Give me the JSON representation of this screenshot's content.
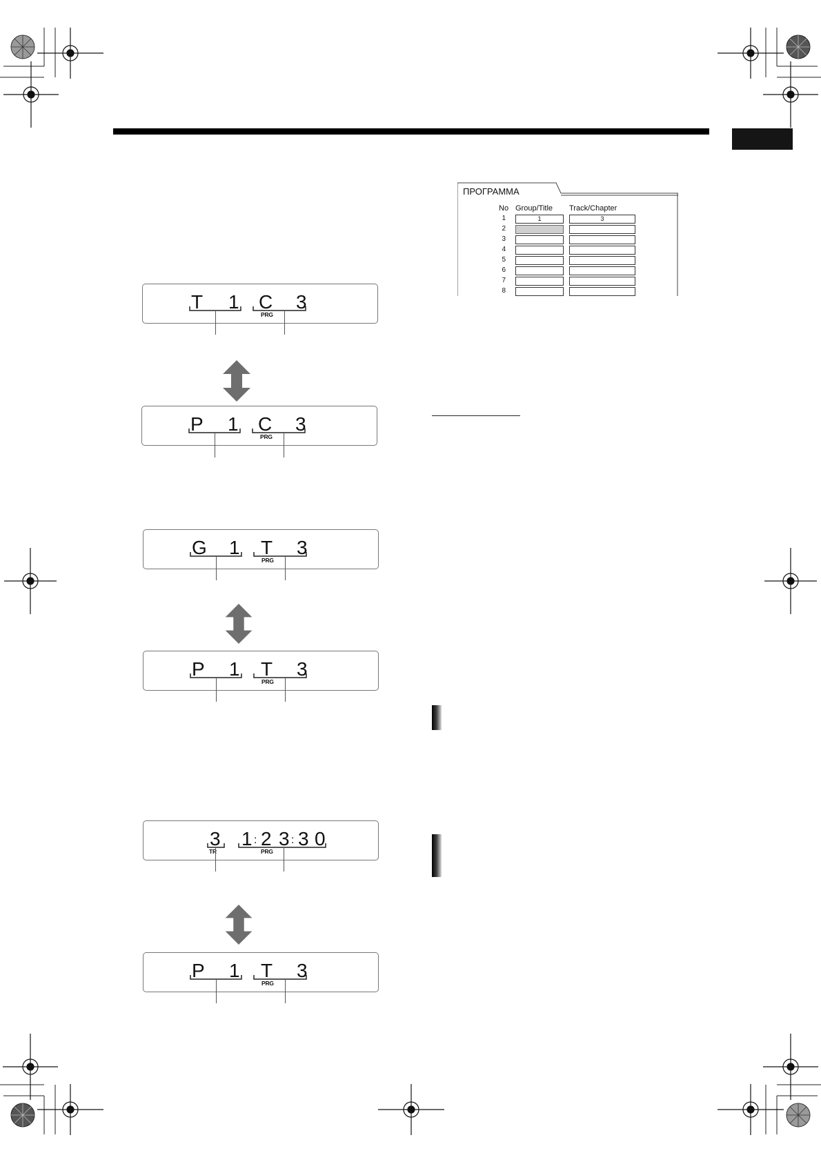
{
  "program_screen": {
    "title": "ПРОГРАММА",
    "headers": {
      "no": "No",
      "group_title": "Group/Title",
      "track_chapter": "Track/Chapter"
    },
    "rows": [
      {
        "no": "1",
        "group_title": "1",
        "track_chapter": "3"
      },
      {
        "no": "2",
        "group_title": "",
        "track_chapter": ""
      },
      {
        "no": "3",
        "group_title": "",
        "track_chapter": ""
      },
      {
        "no": "4",
        "group_title": "",
        "track_chapter": ""
      },
      {
        "no": "5",
        "group_title": "",
        "track_chapter": ""
      },
      {
        "no": "6",
        "group_title": "",
        "track_chapter": ""
      },
      {
        "no": "7",
        "group_title": "",
        "track_chapter": ""
      },
      {
        "no": "8",
        "group_title": "",
        "track_chapter": ""
      }
    ],
    "selected_row": 2
  },
  "displays": {
    "d1": {
      "a": "T",
      "b": "1",
      "c": "C",
      "d": "3",
      "tag": "PRG"
    },
    "d2": {
      "a": "P",
      "b": "1",
      "c": "C",
      "d": "3",
      "tag": "PRG"
    },
    "d3": {
      "a": "G",
      "b": "1",
      "c": "T",
      "d": "3",
      "tag": "PRG"
    },
    "d4": {
      "a": "P",
      "b": "1",
      "c": "T",
      "d": "3",
      "tag": "PRG"
    },
    "d5": {
      "track": "3",
      "track_tag": "TR",
      "time": [
        "1",
        "2",
        "3",
        "3",
        "0"
      ],
      "sep": ":",
      "tag": "PRG"
    },
    "d6": {
      "a": "P",
      "b": "1",
      "c": "T",
      "d": "3",
      "tag": "PRG"
    }
  },
  "colors": {
    "ink": "#111111",
    "arrow": "#6e6e6e",
    "panel_border": "#777777"
  },
  "icons": [
    "registration-mark-icon",
    "color-wheel-icon",
    "updown-arrow-icon"
  ]
}
